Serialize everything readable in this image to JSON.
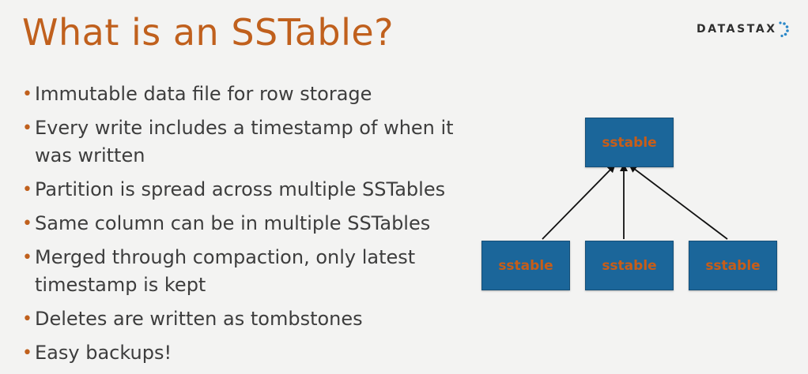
{
  "title": "What is an SSTable?",
  "logo": {
    "text": "DATASTAX"
  },
  "bullets": [
    "Immutable data file for row storage",
    "Every write includes a timestamp of when it was written",
    "Partition is spread across multiple SSTables",
    "Same column can be in multiple SSTables",
    "Merged through compaction, only latest timestamp is kept",
    "Deletes are written as tombstones",
    "Easy backups!"
  ],
  "bullet_marker": "•",
  "diagram": {
    "top_box": "sstable",
    "bottom_boxes": [
      "sstable",
      "sstable",
      "sstable"
    ]
  },
  "colors": {
    "title": "#c0601d",
    "box_fill": "#1b669a",
    "box_label": "#c85d18",
    "bullet_text": "#3d3d3d",
    "background": "#f3f3f2"
  }
}
